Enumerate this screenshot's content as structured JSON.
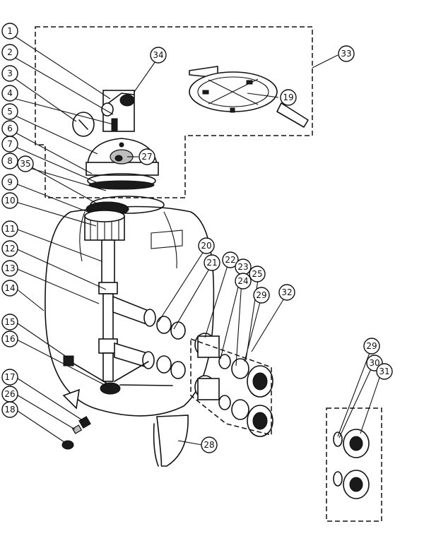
{
  "callouts": [
    {
      "id": "c1",
      "label": "1"
    },
    {
      "id": "c2",
      "label": "2"
    },
    {
      "id": "c3",
      "label": "3"
    },
    {
      "id": "c4",
      "label": "4"
    },
    {
      "id": "c5",
      "label": "5"
    },
    {
      "id": "c6",
      "label": "6"
    },
    {
      "id": "c7",
      "label": "7"
    },
    {
      "id": "c8",
      "label": "8"
    },
    {
      "id": "c9",
      "label": "9"
    },
    {
      "id": "c10",
      "label": "10"
    },
    {
      "id": "c11",
      "label": "11"
    },
    {
      "id": "c12",
      "label": "12"
    },
    {
      "id": "c13",
      "label": "13"
    },
    {
      "id": "c14",
      "label": "14"
    },
    {
      "id": "c15",
      "label": "15"
    },
    {
      "id": "c16",
      "label": "16"
    },
    {
      "id": "c17",
      "label": "17"
    },
    {
      "id": "c26",
      "label": "26"
    },
    {
      "id": "c18",
      "label": "18"
    },
    {
      "id": "c35",
      "label": "35"
    },
    {
      "id": "c34",
      "label": "34"
    },
    {
      "id": "c27",
      "label": "27"
    },
    {
      "id": "c33",
      "label": "33"
    },
    {
      "id": "c19",
      "label": "19"
    },
    {
      "id": "c20",
      "label": "20"
    },
    {
      "id": "c21",
      "label": "21"
    },
    {
      "id": "c22",
      "label": "22"
    },
    {
      "id": "c23",
      "label": "23"
    },
    {
      "id": "c24",
      "label": "24"
    },
    {
      "id": "c25",
      "label": "25"
    },
    {
      "id": "c29a",
      "label": "29"
    },
    {
      "id": "c32",
      "label": "32"
    },
    {
      "id": "c28",
      "label": "28"
    },
    {
      "id": "c29b",
      "label": "29"
    },
    {
      "id": "c30",
      "label": "30"
    },
    {
      "id": "c31",
      "label": "31"
    }
  ]
}
